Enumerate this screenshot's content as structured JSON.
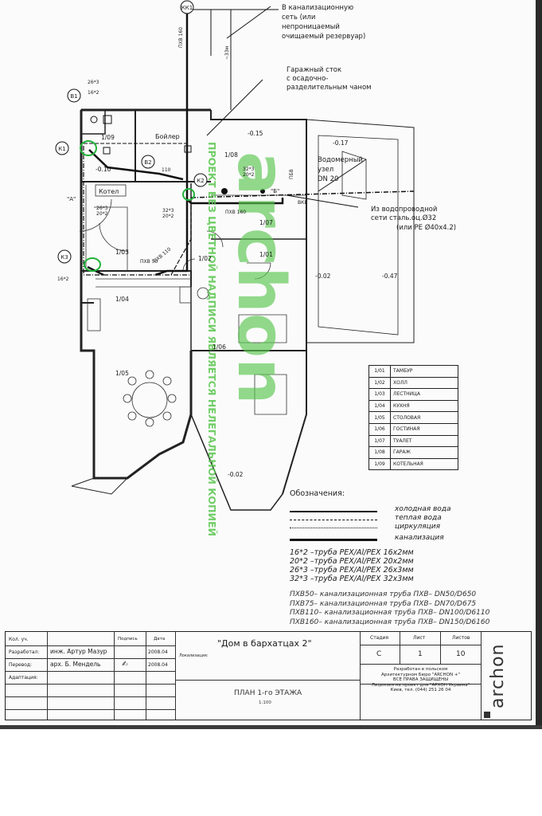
{
  "nodes": {
    "kk1": "КК1",
    "v1": "В1",
    "v2": "В2",
    "k1": "К1",
    "k2": "К2",
    "k3": "К3",
    "a_marker": "\"A\"",
    "b_marker": "\"Б\""
  },
  "pipe_labels": {
    "pxb160_top": "ПХВ 160",
    "dist_33": "~33м",
    "p26x3_top": "26*3",
    "p16x2_top": "16*2",
    "p110": "110",
    "p32x3_mid": "32*3",
    "p20x2_mid": "20*2",
    "p26x3_left": "26*3",
    "p20x2_left": "20*2",
    "p32x3_left": "32*3",
    "p20x2_left2": "20*2",
    "pxb160_mid": "ПХВ 160",
    "pxb110": "ПХВ 110",
    "p16x2_bottom": "16*2",
    "pxb50": "ПХВ 50",
    "pb_vert": "ПБВ",
    "vkv": "ВКВ"
  },
  "rooms": {
    "r109": "1/09",
    "r108": "1/08",
    "r107": "1/07",
    "r103": "1/03",
    "r102": "1/02",
    "r101": "1/01",
    "r104": "1/04",
    "r106": "1/06",
    "r105": "1/05"
  },
  "equipment": {
    "boiler": "Бойлер",
    "kotel": "Котел"
  },
  "levels": {
    "lv1": "-0.15",
    "lv2": "-0.17",
    "lv3": "-0.10",
    "lv4": "-0.02",
    "lv5": "-0.47",
    "lv6": "-0.02"
  },
  "notes": {
    "sewer_1": "В канализационную",
    "sewer_2": "сеть (или",
    "sewer_3": "непроницаемый",
    "sewer_4": "очищаемый резервуар)",
    "garage_1": "Гаражный сток",
    "garage_2": "с осадочно-",
    "garage_3": "разделительным чаном",
    "meter_1": "Водомерный",
    "meter_2": "узел",
    "meter_3": "DN 20",
    "supply_1": "Из водопроводной",
    "supply_2": "сети сталь.оц.Ø32",
    "supply_3": "(или PE Ø40x4.2)"
  },
  "watermark": {
    "vertical": "ПРОЕКТ БЕЗ ЦВЕТНОЙ НАДПИСИ ЯВЛЯЕТСЯ НЕЛЕГАЛЬНОЙ КОПИЕЙ",
    "brand": "archon"
  },
  "room_table": [
    {
      "num": "1/01",
      "name": "ТАМБУР"
    },
    {
      "num": "1/02",
      "name": "ХОЛЛ"
    },
    {
      "num": "1/03",
      "name": "ЛЕСТНИЦА"
    },
    {
      "num": "1/04",
      "name": "КУХНЯ"
    },
    {
      "num": "1/05",
      "name": "СТОЛОВАЯ"
    },
    {
      "num": "1/06",
      "name": "ГОСТИНАЯ"
    },
    {
      "num": "1/07",
      "name": "ТУАЛЕТ"
    },
    {
      "num": "1/08",
      "name": "ГАРАЖ"
    },
    {
      "num": "1/09",
      "name": "КОТЕЛЬНАЯ"
    }
  ],
  "legend": {
    "title": "Обозначения:",
    "items": [
      "холодная вода",
      "теплая вода",
      "циркуляция",
      "канализация"
    ],
    "pipes": [
      "16*2 –труба PEX/Al/PEX  16x2мм",
      "20*2 –труба PEX/Al/PEX  20x2мм",
      "26*3 –труба PEX/Al/PEX  26x3мм",
      "32*3 –труба PEX/Al/PEX  32x3мм"
    ],
    "pxb": [
      "ПХВ50– канализационная труба ПХВ– DN50/D650",
      "ПХВ75– канализационная труба ПХВ– DN70/D675",
      "ПХВ110– канализационная труба ПХВ– DN100/D6110",
      "ПХВ160– канализационная труба ПХВ– DN150/D6160"
    ]
  },
  "title_block": {
    "kol_uch": "Кол. уч.",
    "razrabotal": "Разработал:",
    "perevod": "Перевод:",
    "adaptatsiya": "Адаптация:",
    "podpis": "Подпись",
    "data": "Дата",
    "author1": "инж. Артур Мазур",
    "author2": "арх. Б. Мендель",
    "date1": "2008.04",
    "date2": "2008.04",
    "lokalizatsiya": "Локализация:",
    "project_name": "\"Дом в бархатцах 2\"",
    "stadiya_h": "Стадия",
    "list_h": "Лист",
    "listov_h": "Листов",
    "stadiya": "С",
    "list": "1",
    "listov": "10",
    "dev_1": "Разработан в польском",
    "dev_2": "Архитектурном Бюро \"ARCHON +\"",
    "dev_3": "ВСЕ ПРАВА ЗАЩИЩЕНЫ",
    "dev_4": "Лицензия на проект для \"АРХОН Украина\"",
    "dev_5": "Киев, тел. (044) 251 26 04",
    "sheet_title": "ПЛАН 1-го ЭТАЖА",
    "scale": "1:100",
    "brand": "archon"
  },
  "colors": {
    "line": "#1a1a1a",
    "watermark": "#59c64f",
    "highlight": "#22b33a"
  }
}
